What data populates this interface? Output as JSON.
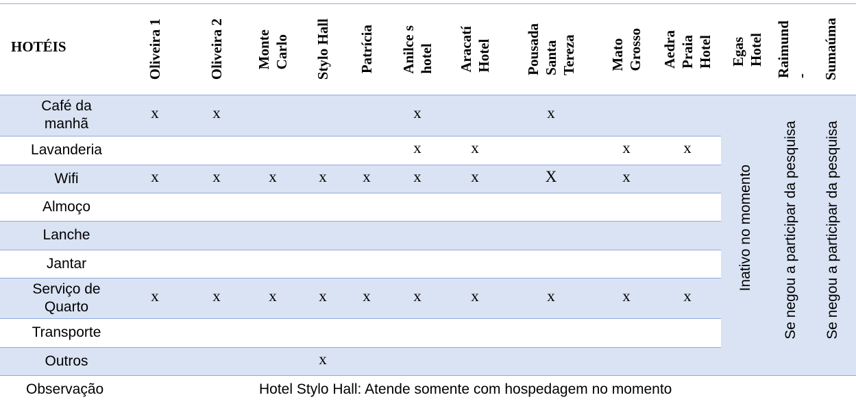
{
  "header": {
    "first": "HOTÉIS",
    "hotels": [
      "Oliveira 1",
      "Oliveira 2",
      "Monte\nCarlo",
      "Stylo Hall",
      "Patrícia",
      "Anilce s\nhotel",
      "Aracatí\nHotel",
      "Pousada\nSanta\nTereza",
      "Mato\nGrosso",
      "Aedra\nPraia\nHotel",
      "Egas\nHotel",
      "Raimund\n-",
      "Sumaúma"
    ]
  },
  "rows": [
    {
      "label": "Café da\nmanhã",
      "marks": [
        "x",
        "x",
        "",
        "",
        "",
        "x",
        "",
        "x",
        "",
        ""
      ]
    },
    {
      "label": "Lavanderia",
      "marks": [
        "",
        "",
        "",
        "",
        "",
        "x",
        "x",
        "",
        "x",
        "x"
      ]
    },
    {
      "label": "Wifi",
      "marks": [
        "x",
        "x",
        "x",
        "x",
        "x",
        "x",
        "x",
        "X",
        "x",
        ""
      ]
    },
    {
      "label": "Almoço",
      "marks": [
        "",
        "",
        "",
        "",
        "",
        "",
        "",
        "",
        "",
        ""
      ]
    },
    {
      "label": "Lanche",
      "marks": [
        "",
        "",
        "",
        "",
        "",
        "",
        "",
        "",
        "",
        ""
      ]
    },
    {
      "label": "Jantar",
      "marks": [
        "",
        "",
        "",
        "",
        "",
        "",
        "",
        "",
        "",
        ""
      ]
    },
    {
      "label": "Serviço de\nQuarto",
      "marks": [
        "x",
        "x",
        "x",
        "x",
        "x",
        "x",
        "x",
        "x",
        "x",
        "x"
      ]
    },
    {
      "label": "Transporte",
      "marks": [
        "",
        "",
        "",
        "",
        "",
        "",
        "",
        "",
        "",
        ""
      ]
    },
    {
      "label": "Outros",
      "marks": [
        "",
        "",
        "",
        "x",
        "",
        "",
        "",
        "",
        "",
        ""
      ]
    }
  ],
  "merged": {
    "egas": "Inativo no momento",
    "raimundo": "Se negou a participar da pesquisa",
    "sumauma": "Se negou a participar da pesquisa"
  },
  "footer": {
    "label": "Observação",
    "text": "Hotel Stylo Hall:  Atende somente com hospedagem no momento"
  }
}
